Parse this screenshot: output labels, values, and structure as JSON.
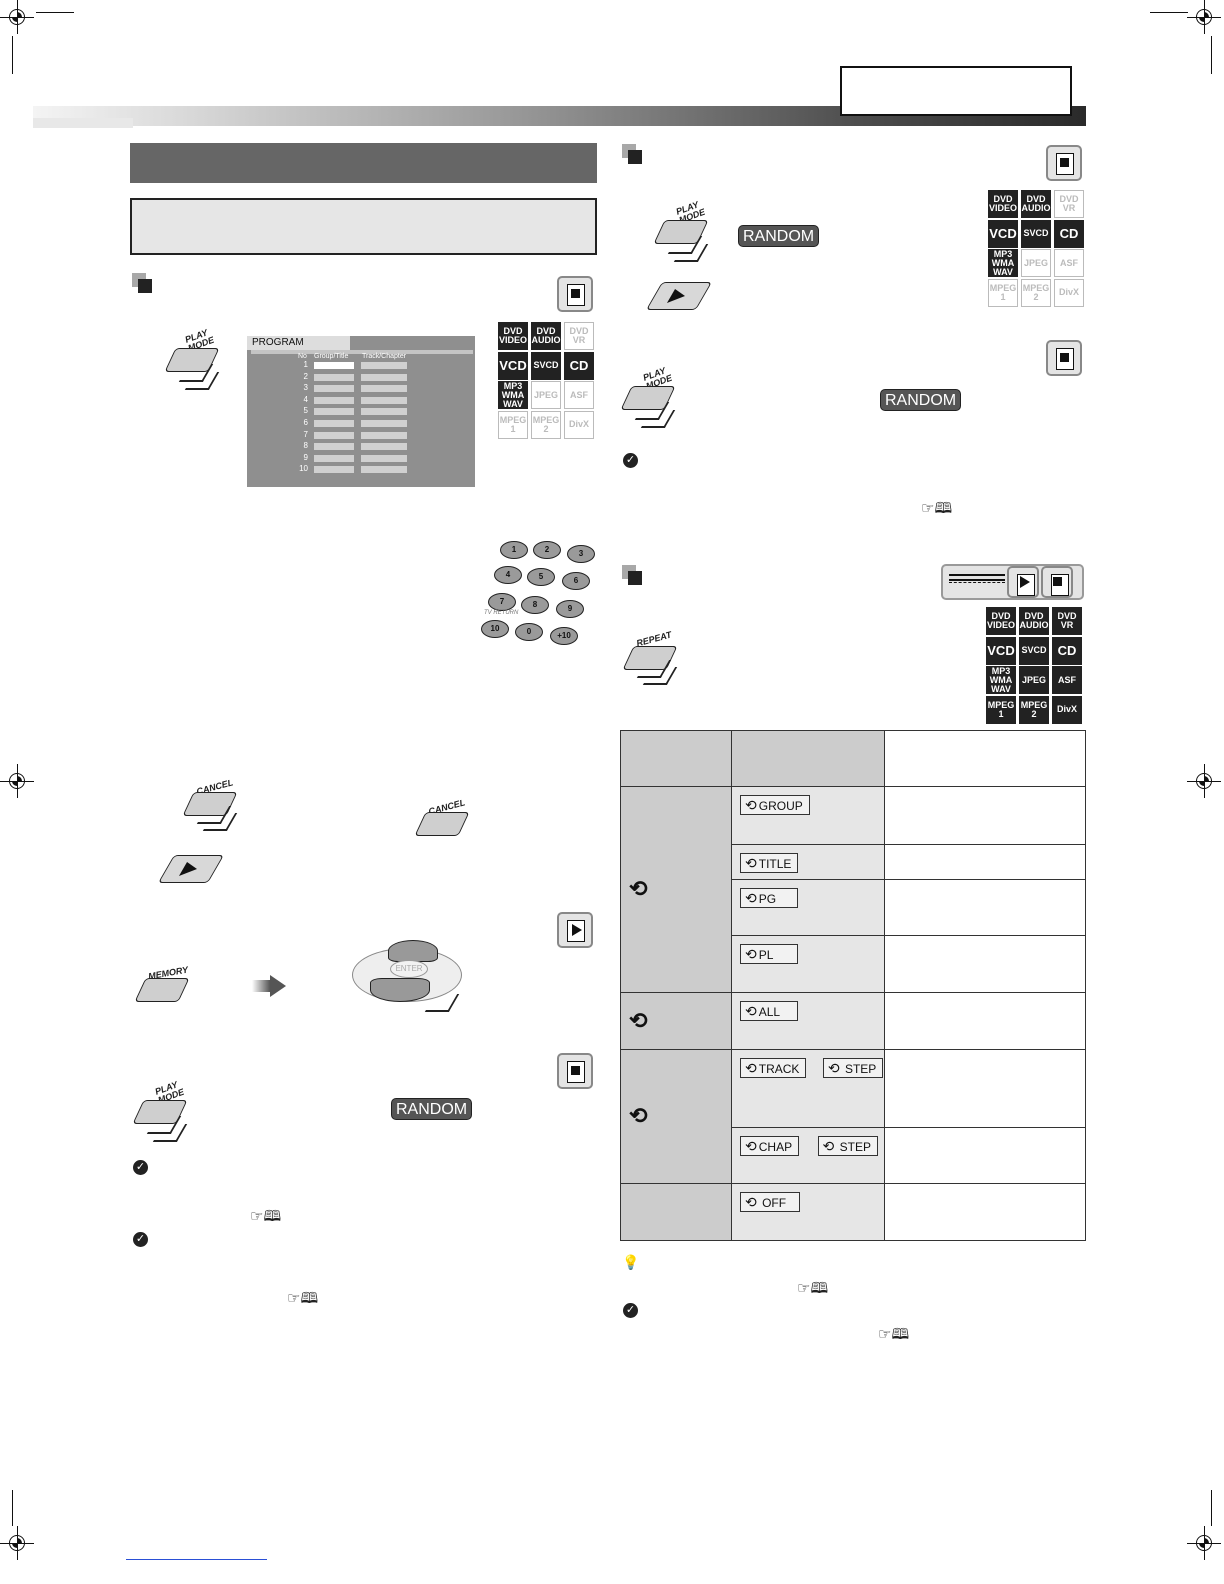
{
  "buttons": {
    "play_mode": "PLAY MODE",
    "cancel": "CANCEL",
    "memory": "MEMORY",
    "enter": "ENTER",
    "repeat": "REPEAT",
    "tv_return": "TV RETURN",
    "plus_ten": "+10"
  },
  "random_label": "RANDOM",
  "program_screen": {
    "title": "PROGRAM",
    "col_no": "No",
    "col_group": "Group/Title",
    "col_track": "Track/Chapter",
    "rows": [
      "1",
      "2",
      "3",
      "4",
      "5",
      "6",
      "7",
      "8",
      "9",
      "10"
    ]
  },
  "keypad": [
    "1",
    "2",
    "3",
    "4",
    "5",
    "6",
    "7",
    "8",
    "9",
    "10",
    "0",
    "+10"
  ],
  "formats_program": [
    {
      "label": "DVD VIDEO",
      "on": true
    },
    {
      "label": "DVD AUDIO",
      "on": true
    },
    {
      "label": "DVD VR",
      "on": false
    },
    {
      "label": "VCD",
      "on": true
    },
    {
      "label": "SVCD",
      "on": true
    },
    {
      "label": "CD",
      "on": true
    },
    {
      "label": "MP3 WMA WAV",
      "on": true
    },
    {
      "label": "JPEG",
      "on": false
    },
    {
      "label": "ASF",
      "on": false
    },
    {
      "label": "MPEG 1",
      "on": false
    },
    {
      "label": "MPEG 2",
      "on": false
    },
    {
      "label": "DivX",
      "on": false
    }
  ],
  "formats_random": [
    {
      "label": "DVD VIDEO",
      "on": true
    },
    {
      "label": "DVD AUDIO",
      "on": true
    },
    {
      "label": "DVD VR",
      "on": false
    },
    {
      "label": "VCD",
      "on": true
    },
    {
      "label": "SVCD",
      "on": true
    },
    {
      "label": "CD",
      "on": true
    },
    {
      "label": "MP3 WMA WAV",
      "on": true
    },
    {
      "label": "JPEG",
      "on": false
    },
    {
      "label": "ASF",
      "on": false
    },
    {
      "label": "MPEG 1",
      "on": false
    },
    {
      "label": "MPEG 2",
      "on": false
    },
    {
      "label": "DivX",
      "on": false
    }
  ],
  "formats_repeat": [
    {
      "label": "DVD VIDEO",
      "on": true
    },
    {
      "label": "DVD AUDIO",
      "on": true
    },
    {
      "label": "DVD VR",
      "on": true
    },
    {
      "label": "VCD",
      "on": true
    },
    {
      "label": "SVCD",
      "on": true
    },
    {
      "label": "CD",
      "on": true
    },
    {
      "label": "MP3 WMA WAV",
      "on": true
    },
    {
      "label": "JPEG",
      "on": true
    },
    {
      "label": "ASF",
      "on": true
    },
    {
      "label": "MPEG 1",
      "on": true
    },
    {
      "label": "MPEG 2",
      "on": true
    },
    {
      "label": "DivX",
      "on": true
    }
  ],
  "repeat_modes": {
    "group": "GROUP",
    "title": "TITLE",
    "pg": "PG",
    "pl": "PL",
    "all": "ALL",
    "track": "TRACK",
    "chap": "CHAP",
    "step": "STEP",
    "off": "OFF"
  },
  "icons": {
    "check": "✓",
    "ref": "☞🕮",
    "repeat": "⟲",
    "tip": "💡"
  }
}
